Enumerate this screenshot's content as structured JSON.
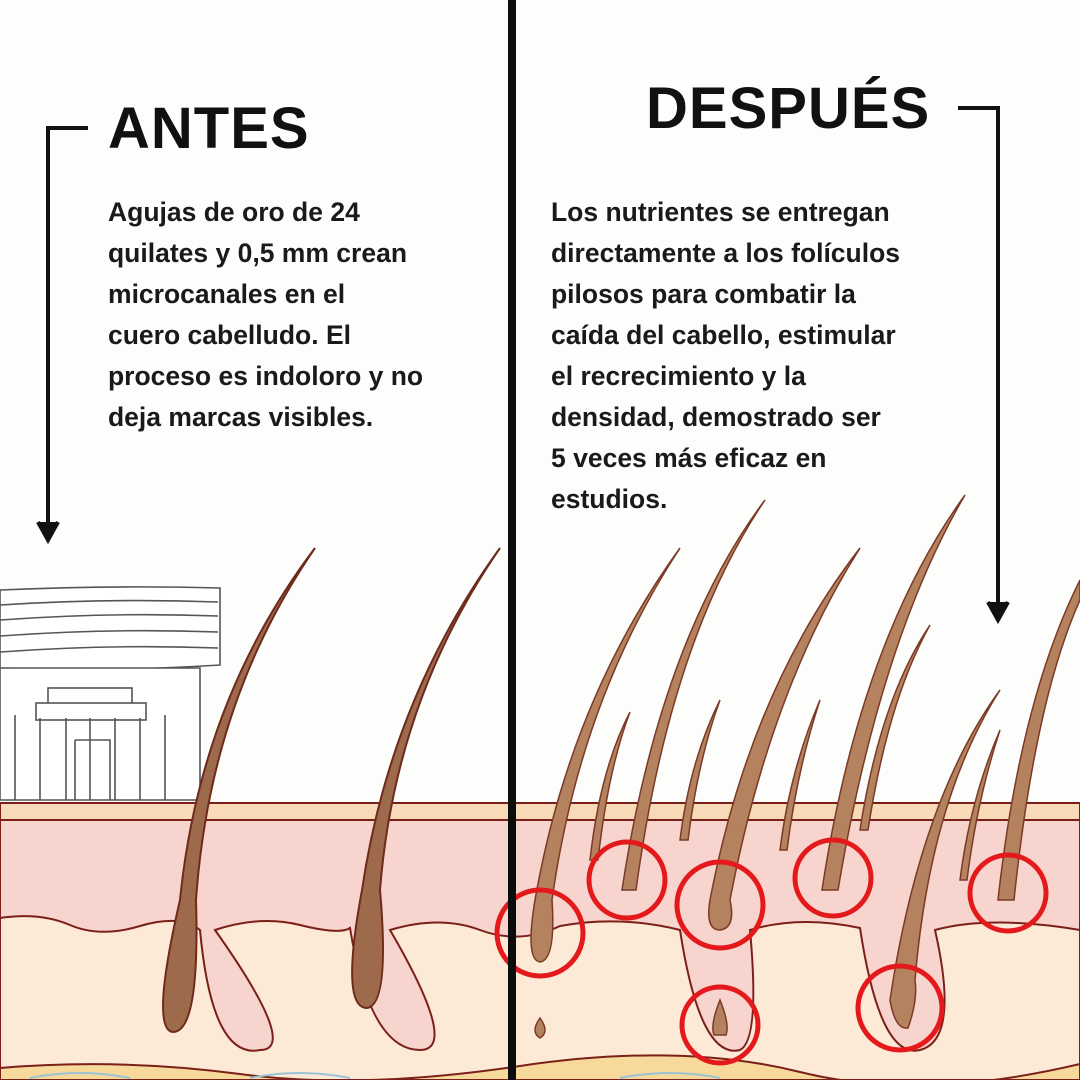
{
  "left": {
    "title": "ANTES",
    "lines": [
      "Agujas de oro de 24",
      "quilates y 0,5 mm crean",
      "microcanales en el",
      "cuero cabelludo. El",
      "proceso es indoloro y no",
      "deja marcas visibles."
    ]
  },
  "right": {
    "title": "DESPUÉS",
    "lines": [
      "Los nutrientes se entregan",
      "directamente a los folículos",
      "pilosos para combatir la",
      "caída del cabello, estimular",
      "el recrecimiento y la",
      "densidad, demostrado ser",
      "5 veces más eficaz en",
      "estudios."
    ]
  },
  "colors": {
    "divider": "#0c0c0c",
    "skin_top": "#f8d9b8",
    "dermis": "#f7d4cd",
    "hypodermis": "#fce9d6",
    "fat": "#f7d99c",
    "outline": "#7a2019",
    "hair_before": "#9e6a4c",
    "hair_after": "#b5825f",
    "highlight_circle": "#e3191b"
  },
  "icons": [
    "arrow-down-icon",
    "microneedle-device-icon",
    "hair-follicle-icon",
    "highlight-circle-icon"
  ]
}
